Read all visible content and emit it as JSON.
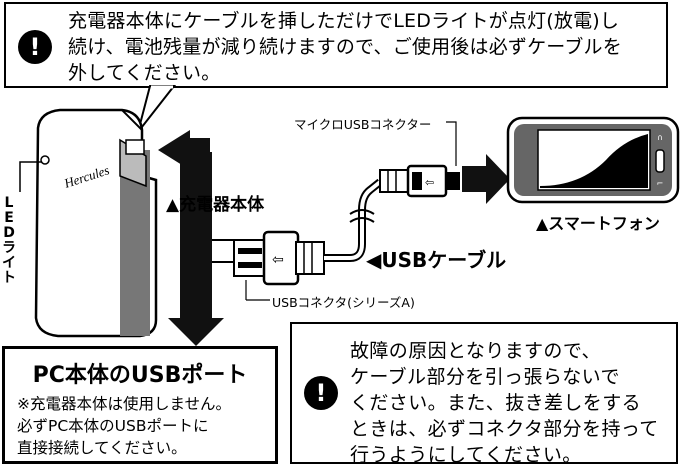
{
  "top_warning": {
    "icon": "exclamation-icon",
    "lines": [
      "充電器本体にケーブルを挿しただけでLEDライトが点灯(放電)し",
      "続け、電池残量が減り続けますので、ご使用後は必ずケーブルを",
      "外してください。"
    ]
  },
  "labels": {
    "led_light": "LEDライト",
    "charger_body": "▲充電器本体",
    "micro_usb_connector": "マイクロUSBコネクター",
    "smartphone": "▲スマートフォン",
    "usb_cable": "◀USBケーブル",
    "usb_connector_a": "USBコネクタ(シリーズA)",
    "brand": "Hercules"
  },
  "pc_port": {
    "title": "PC本体のUSBポート",
    "note_lines": [
      "※充電器本体は使用しません。",
      "必ずPC本体のUSBポートに",
      "直接接続してください。"
    ]
  },
  "bottom_warning": {
    "icon": "exclamation-icon",
    "lines": [
      "故障の原因となりますので、",
      "ケーブル部分を引っ張らないで",
      "ください。また、抜き差しをする",
      "ときは、必ずコネクタ部分を持って",
      "行うようにしてください。"
    ]
  }
}
